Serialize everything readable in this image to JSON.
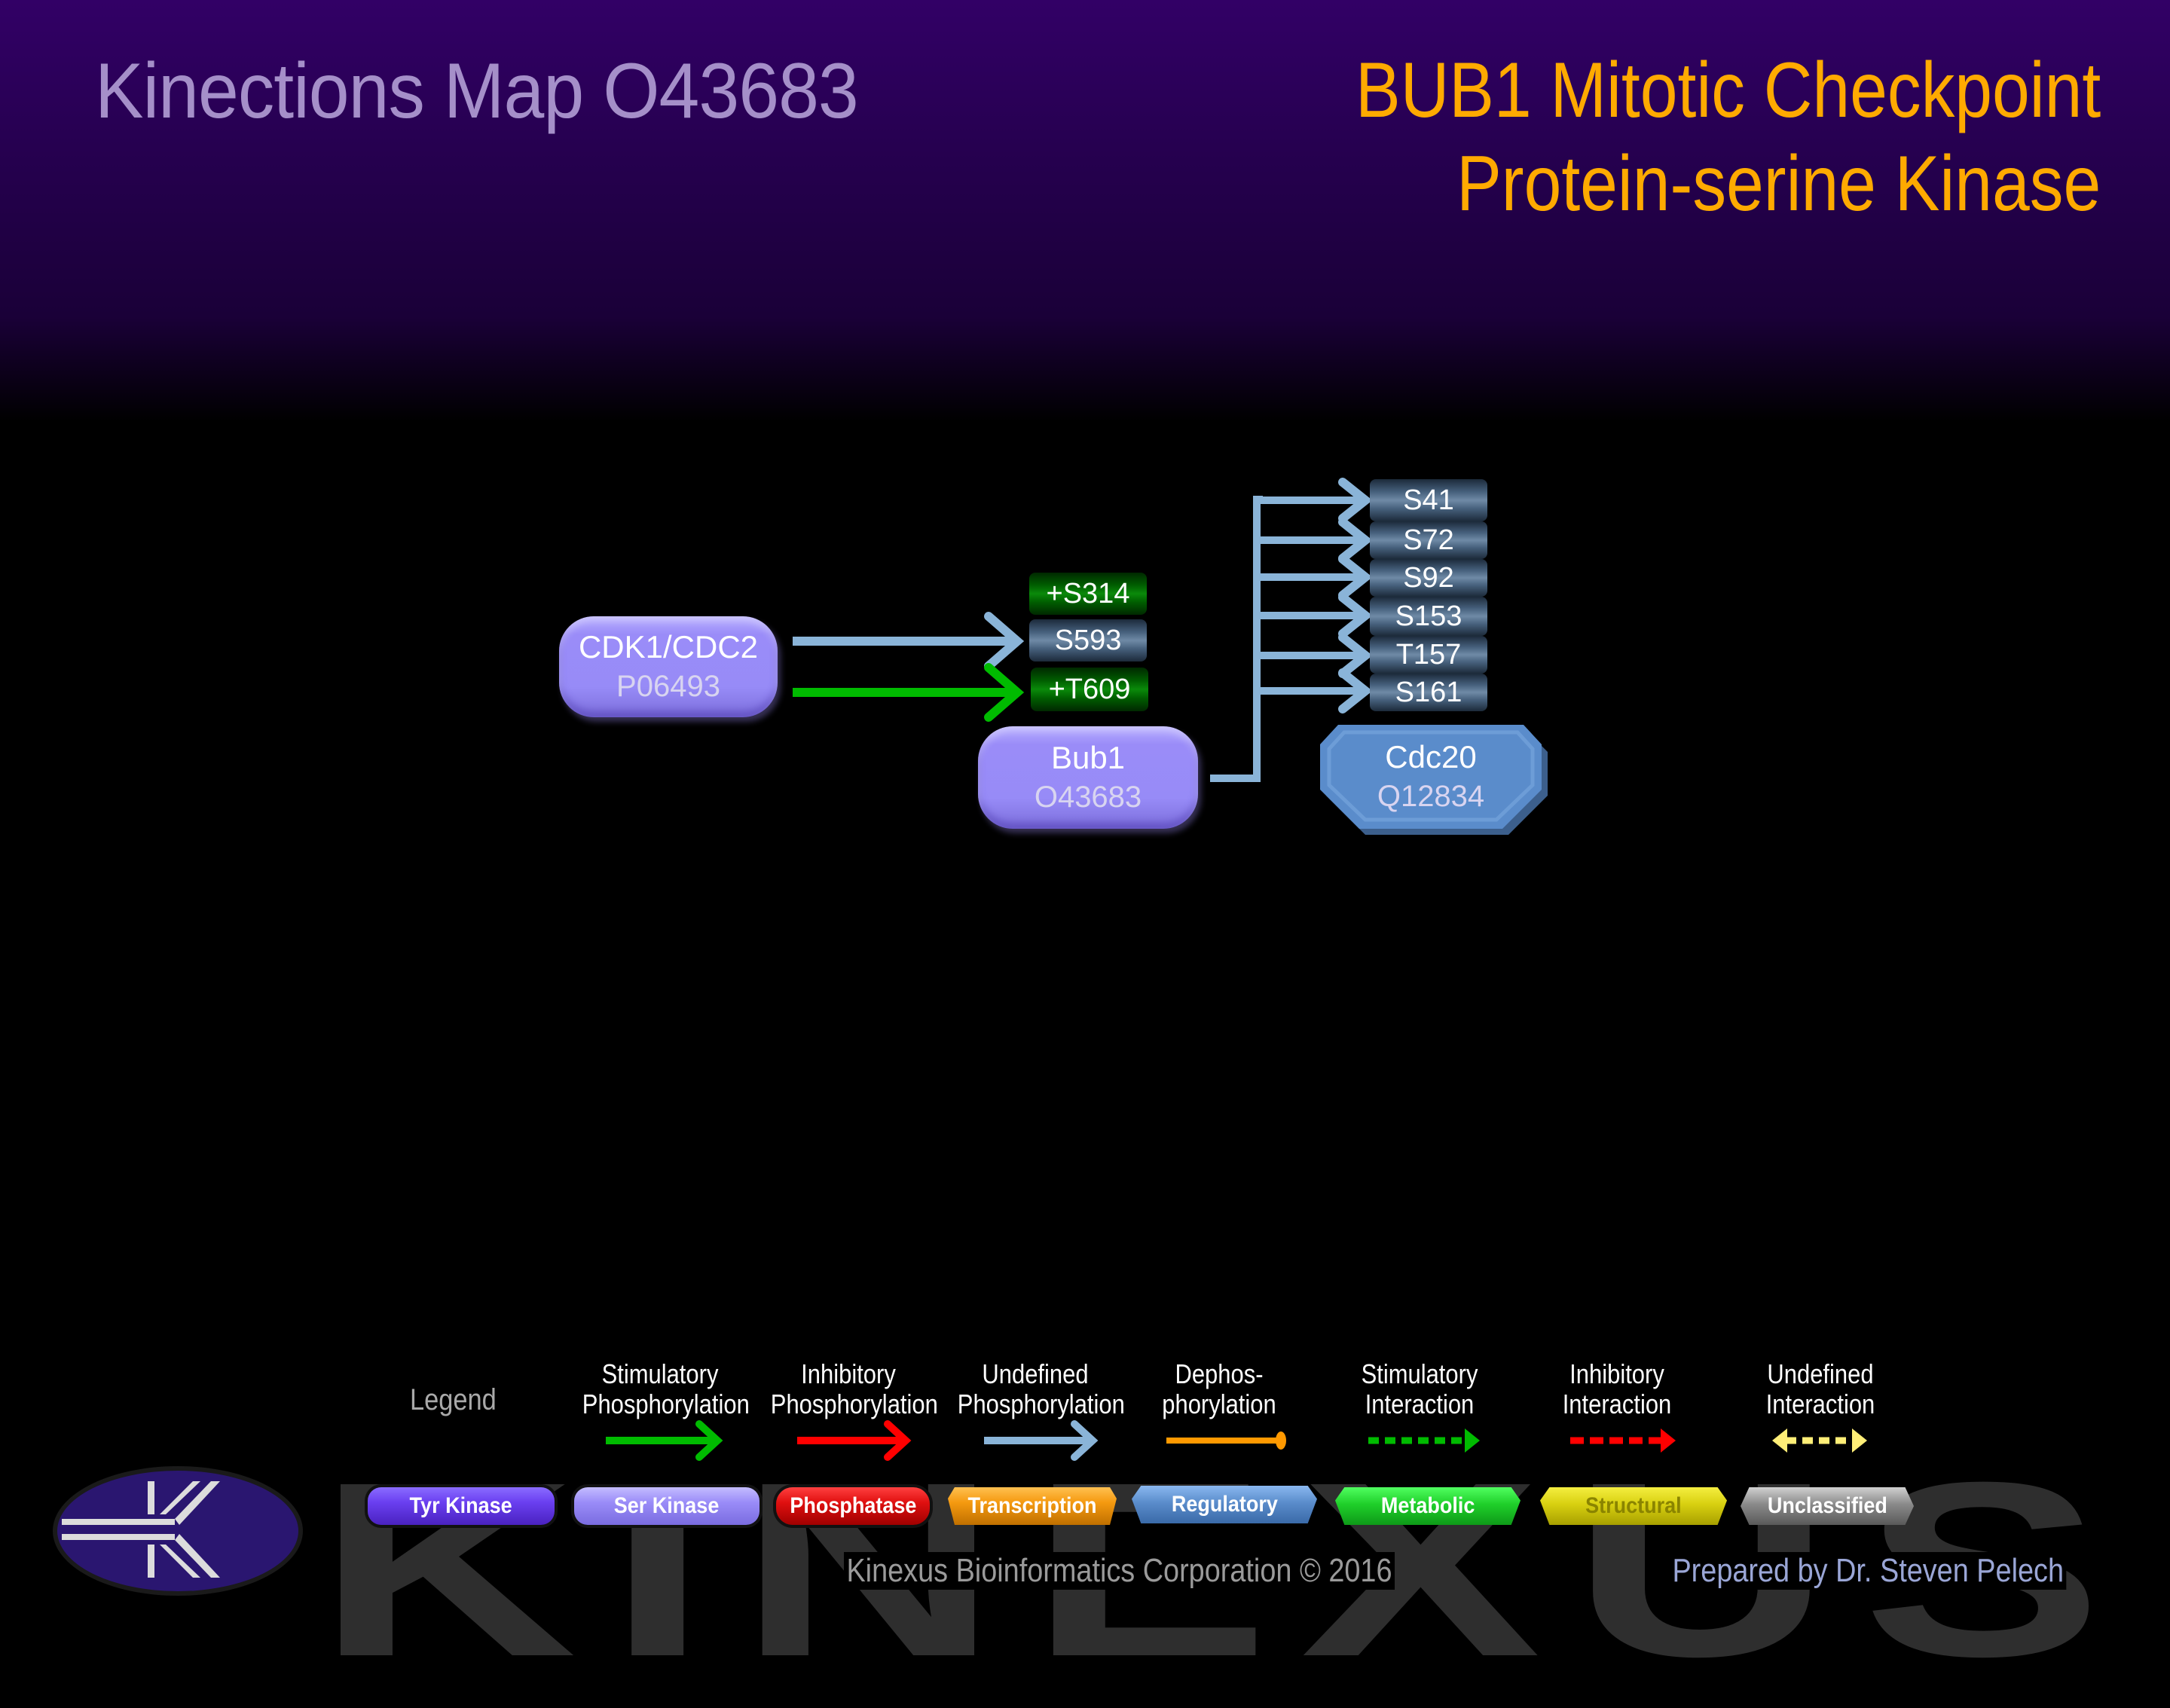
{
  "header": {
    "map_title": "Kinections Map O43683",
    "protein_title_line1": "BUB1 Mitotic Checkpoint",
    "protein_title_line2": "Protein-serine Kinase"
  },
  "colors": {
    "title_left": "#a58fc9",
    "title_right": "#ffaa00",
    "undefined_phosphorylation": "#8ab4d8",
    "stimulatory_phosphorylation": "#00bb00",
    "inhibitory_phosphorylation": "#ff0000",
    "dephosphorylation": "#ff9900",
    "undefined_interaction": "#ffee77",
    "ser_kinase": "#9a8cf8",
    "regulatory": "#5a8ccb"
  },
  "nodes": {
    "cdk1": {
      "name": "CDK1/CDC2",
      "accession": "P06493",
      "type": "Ser Kinase"
    },
    "bub1": {
      "name": "Bub1",
      "accession": "O43683",
      "type": "Ser Kinase"
    },
    "cdc20": {
      "name": "Cdc20",
      "accession": "Q12834",
      "type": "Regulatory"
    }
  },
  "bub1_sites": [
    {
      "label": "+S314",
      "effect": "stimulatory"
    },
    {
      "label": "S593",
      "effect": "undefined"
    },
    {
      "label": "+T609",
      "effect": "stimulatory"
    }
  ],
  "cdc20_sites": [
    {
      "label": "S41"
    },
    {
      "label": "S72"
    },
    {
      "label": "S92"
    },
    {
      "label": "S153"
    },
    {
      "label": "T157"
    },
    {
      "label": "S161"
    }
  ],
  "edges": [
    {
      "from": "CDK1/CDC2",
      "to": "Bub1 S593",
      "kind": "Undefined Phosphorylation"
    },
    {
      "from": "CDK1/CDC2",
      "to": "Bub1 +T609",
      "kind": "Stimulatory Phosphorylation"
    },
    {
      "from": "Bub1",
      "to": "Cdc20 S41, S72, S92, S153, T157, S161",
      "kind": "Undefined Phosphorylation"
    }
  ],
  "legend": {
    "title": "Legend",
    "arrows": [
      {
        "line1": "Stimulatory",
        "line2": "Phosphorylation"
      },
      {
        "line1": "Inhibitory",
        "line2": "Phosphorylation"
      },
      {
        "line1": "Undefined",
        "line2": "Phosphorylation"
      },
      {
        "line1": "Dephos-",
        "line2": "phorylation"
      },
      {
        "line1": "Stimulatory",
        "line2": "Interaction"
      },
      {
        "line1": "Inhibitory",
        "line2": "Interaction"
      },
      {
        "line1": "Undefined",
        "line2": "Interaction"
      }
    ],
    "categories": [
      {
        "label": "Tyr Kinase",
        "color": "#6a3ff0"
      },
      {
        "label": "Ser Kinase",
        "color": "#9a8cf8"
      },
      {
        "label": "Phosphatase",
        "color": "#e01010"
      },
      {
        "label": "Transcription",
        "color": "#f59a10"
      },
      {
        "label": "Regulatory",
        "color": "#5a8ccb"
      },
      {
        "label": "Metabolic",
        "color": "#1fcf2a"
      },
      {
        "label": "Structural",
        "color": "#d8d010"
      },
      {
        "label": "Unclassified",
        "color": "#8a8a8a"
      }
    ]
  },
  "footer": {
    "watermark": "KINEXUS",
    "copyright": "Kinexus Bioinformatics Corporation © 2016",
    "prepared_by": "Prepared by Dr. Steven Pelech"
  }
}
